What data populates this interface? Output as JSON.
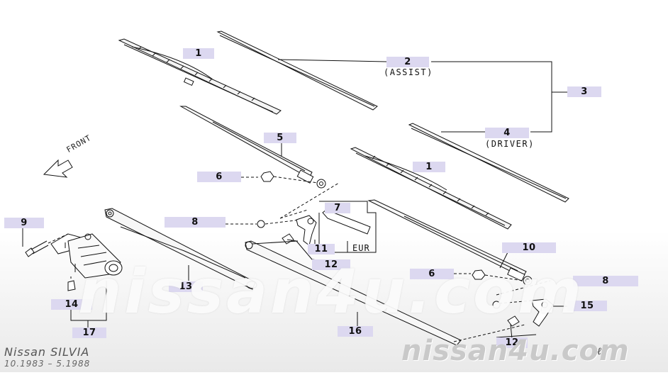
{
  "callouts": [
    {
      "id": "c1a",
      "label": "1"
    },
    {
      "id": "c2",
      "label": "2"
    },
    {
      "id": "c3",
      "label": "3"
    },
    {
      "id": "c4",
      "label": "4"
    },
    {
      "id": "c5",
      "label": "5"
    },
    {
      "id": "c6a",
      "label": "6"
    },
    {
      "id": "c1b",
      "label": "1"
    },
    {
      "id": "c7",
      "label": "7"
    },
    {
      "id": "c8a",
      "label": "8"
    },
    {
      "id": "c9",
      "label": "9"
    },
    {
      "id": "c10",
      "label": "10"
    },
    {
      "id": "c11",
      "label": "11"
    },
    {
      "id": "c12a",
      "label": "12"
    },
    {
      "id": "c13",
      "label": "13"
    },
    {
      "id": "c14",
      "label": "14"
    },
    {
      "id": "c6b",
      "label": "6"
    },
    {
      "id": "c8b",
      "label": "8"
    },
    {
      "id": "c15",
      "label": "15"
    },
    {
      "id": "c16",
      "label": "16"
    },
    {
      "id": "c12b",
      "label": "12"
    },
    {
      "id": "c17",
      "label": "17"
    }
  ],
  "assist_note": "(ASSIST)",
  "driver_note": "(DRIVER)",
  "front_label": "FRONT",
  "eur_label": "EUR",
  "model_name": "Nissan SILVIA",
  "model_dates": "10.1983 – 5.1988",
  "watermark_big": "nissan4u.com",
  "watermark_small": "nissan4u.com",
  "corner_mark": "ℓ",
  "colors": {
    "callout_bg": "#dcd8f0",
    "line": "#111111",
    "watermark": "#c9c9c9"
  }
}
